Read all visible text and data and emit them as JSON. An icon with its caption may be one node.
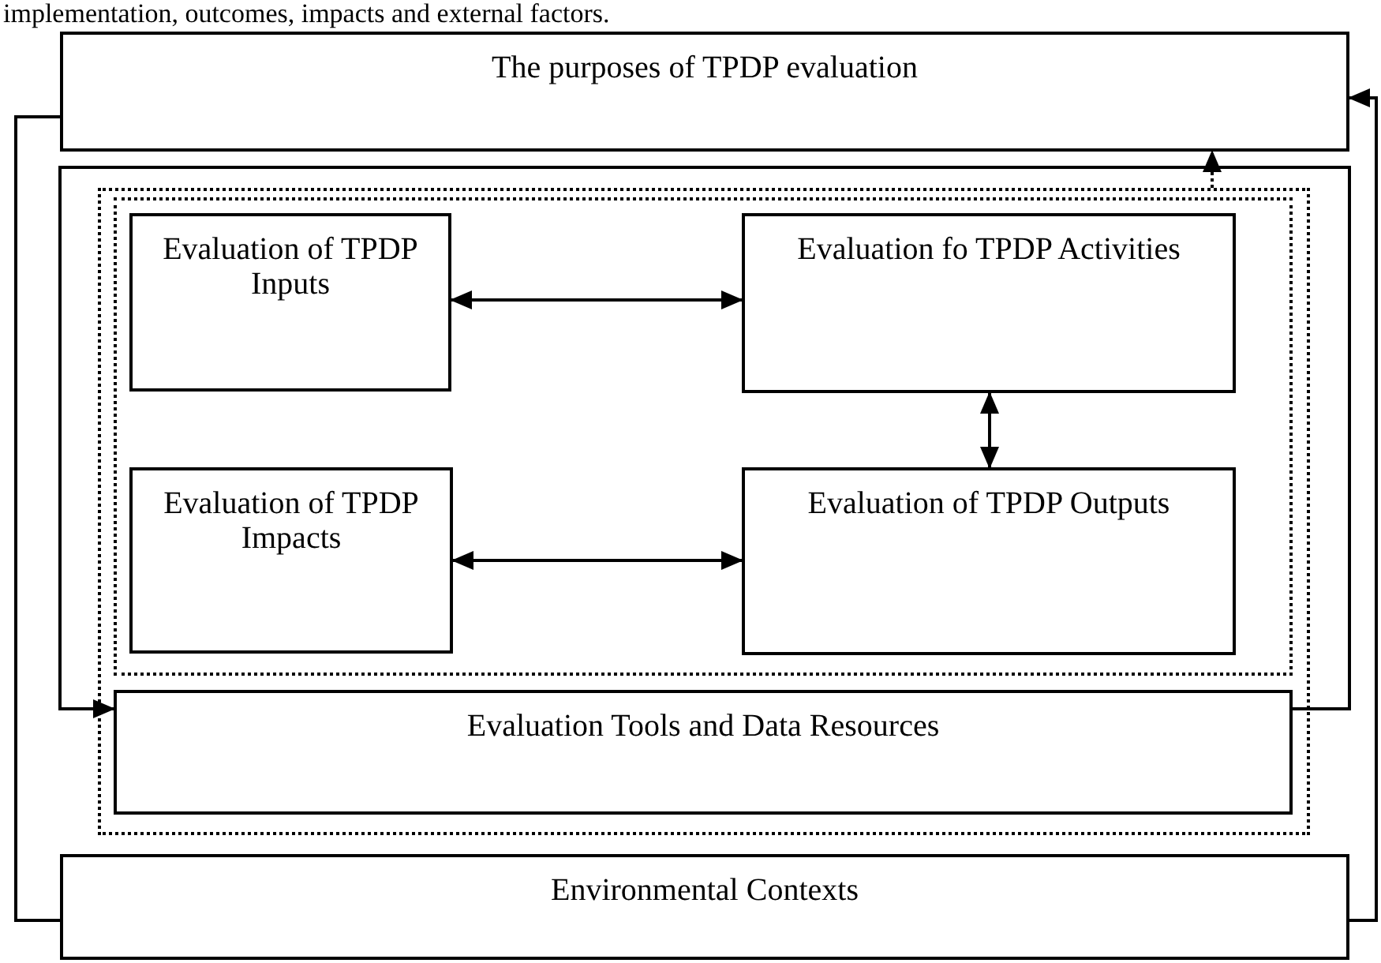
{
  "diagram": {
    "nodes": [
      {
        "text": [
          "The purposes of TPDP evaluation"
        ]
      },
      {
        "text": [],
        "shape": "box"
      },
      {
        "text": [],
        "shape": "box",
        "in": 1
      },
      {
        "text": [
          "Evaluation of TPDP Inputs"
        ],
        "in": 2
      },
      {
        "text": [
          "Evaluation fo TPDP Activities"
        ],
        "in": 2
      },
      {
        "text": [
          "Evaluation of TPDP Impacts"
        ],
        "in": 2
      },
      {
        "text": [
          "Evaluation of TPDP Outputs"
        ],
        "in": 2
      },
      {
        "text": [
          "Evaluation Tools and Data Resources"
        ],
        "in": 1
      },
      {
        "text": [
          "Environmental Contexts"
        ]
      }
    ],
    "edges": [
      {
        "from": 3,
        "to": 4,
        "arrow": "both"
      },
      {
        "from": 4,
        "to": 6,
        "arrow": "both"
      },
      {
        "from": 5,
        "to": 6,
        "arrow": "both"
      },
      {
        "from": 7,
        "to": 7,
        "arrow": "to"
      },
      {
        "from": 1,
        "to": 0,
        "arrow": "to",
        "style": "dashed"
      },
      {
        "from": 0,
        "to": 8,
        "arrow": "none"
      },
      {
        "from": 8,
        "to": 0,
        "arrow": "to"
      }
    ],
    "labels": [
      "implementation, outcomes, impacts and external factors."
    ]
  }
}
